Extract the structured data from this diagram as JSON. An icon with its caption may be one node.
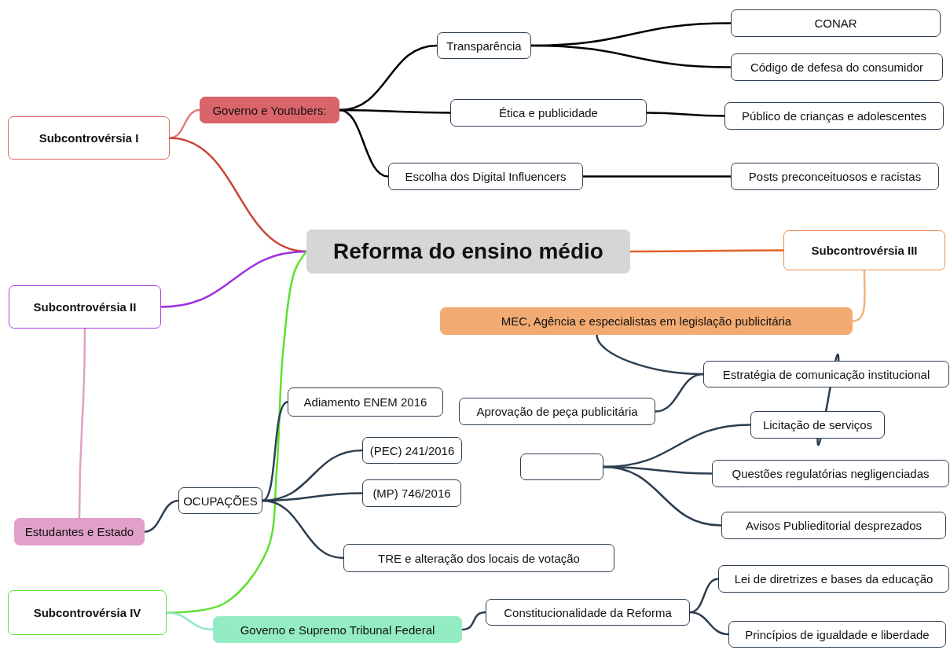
{
  "diagram": {
    "nodes": [
      {
        "text": [
          "Subcontrovérsia I"
        ]
      },
      {
        "text": [
          "Governo e Youtubers:"
        ]
      },
      {
        "text": [
          "Transparência"
        ]
      },
      {
        "text": [
          "CONAR"
        ]
      },
      {
        "text": [
          "Código de defesa do consumidor"
        ]
      },
      {
        "text": [
          "Ética e publicidade"
        ]
      },
      {
        "text": [
          "Público de crianças e adolescentes"
        ]
      },
      {
        "text": [
          "Escolha dos Digital Influencers"
        ]
      },
      {
        "text": [
          "Posts preconceituosos e racistas"
        ]
      },
      {
        "text": [
          "Reforma do ensino médio"
        ]
      },
      {
        "text": [
          "Subcontrovérsia III"
        ]
      },
      {
        "text": [
          "Subcontrovérsia II"
        ]
      },
      {
        "text": [
          "MEC, Agência e especialistas em legislação publicitária"
        ]
      },
      {
        "text": [
          "Estratégia de comunicação institucional"
        ]
      },
      {
        "text": [
          "Aprovação de peça publicitária"
        ]
      },
      {
        "text": [
          "Licitação de serviços"
        ]
      },
      {
        "text": [
          "Adiamento ENEM 2016"
        ]
      },
      {
        "text": [
          "(PEC) 241/2016"
        ]
      },
      {
        "text": [],
        "shape": "box"
      },
      {
        "text": [
          "Questões regulatórias negligenciadas"
        ]
      },
      {
        "text": [
          "(MP) 746/2016"
        ]
      },
      {
        "text": [
          "OCUPAÇÕES"
        ]
      },
      {
        "text": [
          "Estudantes e Estado"
        ]
      },
      {
        "text": [
          "Avisos Publieditorial desprezados"
        ]
      },
      {
        "text": [
          "TRE e alteração dos locais de votação"
        ]
      },
      {
        "text": [
          "Lei de diretrizes e bases da educação"
        ]
      },
      {
        "text": [
          "Subcontrovérsia IV"
        ]
      },
      {
        "text": [
          "Constitucionalidade da Reforma"
        ]
      },
      {
        "text": [
          "Governo e Supremo Tribunal Federal"
        ]
      },
      {
        "text": [
          "Princípios de igualdade e liberdade"
        ]
      }
    ],
    "edges": [
      {
        "from": 0,
        "to": 1,
        "arrow": "none",
        "color": "#e07b7b"
      },
      {
        "from": 0,
        "to": 9,
        "arrow": "none",
        "color": "#c9463a"
      },
      {
        "from": 1,
        "to": 2,
        "arrow": "none",
        "color": "#000000"
      },
      {
        "from": 1,
        "to": 5,
        "arrow": "none",
        "color": "#000000"
      },
      {
        "from": 1,
        "to": 7,
        "arrow": "none",
        "color": "#000000"
      },
      {
        "from": 2,
        "to": 3,
        "arrow": "none",
        "color": "#000000"
      },
      {
        "from": 2,
        "to": 4,
        "arrow": "none",
        "color": "#000000"
      },
      {
        "from": 5,
        "to": 6,
        "arrow": "none",
        "color": "#000000"
      },
      {
        "from": 7,
        "to": 8,
        "arrow": "none",
        "color": "#000000"
      },
      {
        "from": 9,
        "to": 10,
        "arrow": "none",
        "color": "#e0622a"
      },
      {
        "from": 10,
        "to": 12,
        "arrow": "none",
        "color": "#f4b47a"
      },
      {
        "from": 11,
        "to": 9,
        "arrow": "none",
        "color": "#a030e0"
      },
      {
        "from": 11,
        "to": 22,
        "arrow": "none",
        "color": "#e0a0c8"
      },
      {
        "from": 26,
        "to": 9,
        "arrow": "none",
        "color": "#5ee030"
      },
      {
        "from": 26,
        "to": 28,
        "arrow": "none",
        "color": "#90e4c4"
      },
      {
        "from": 12,
        "to": 13,
        "arrow": "none"
      },
      {
        "from": 14,
        "to": 13,
        "arrow": "none"
      },
      {
        "from": 13,
        "to": 15,
        "arrow": "none"
      },
      {
        "from": 18,
        "to": 15,
        "arrow": "none"
      },
      {
        "from": 18,
        "to": 19,
        "arrow": "none"
      },
      {
        "from": 18,
        "to": 23,
        "arrow": "none"
      },
      {
        "from": 22,
        "to": 21,
        "arrow": "none"
      },
      {
        "from": 21,
        "to": 16,
        "arrow": "none"
      },
      {
        "from": 21,
        "to": 17,
        "arrow": "none"
      },
      {
        "from": 21,
        "to": 20,
        "arrow": "none"
      },
      {
        "from": 21,
        "to": 24,
        "arrow": "none"
      },
      {
        "from": 28,
        "to": 27,
        "arrow": "none"
      },
      {
        "from": 27,
        "to": 25,
        "arrow": "none"
      },
      {
        "from": 27,
        "to": 29,
        "arrow": "none"
      }
    ]
  }
}
